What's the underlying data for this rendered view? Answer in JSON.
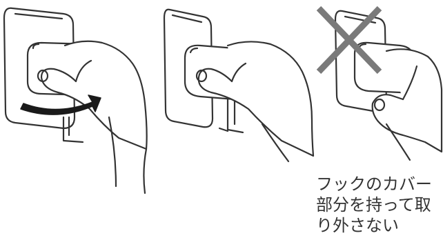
{
  "colors": {
    "line": "#333333",
    "cross": "#7a7a7a",
    "arrow": "#1a1a1a",
    "background": "#ffffff"
  },
  "panels": [
    {
      "name": "rotate-hook-correct"
    },
    {
      "name": "hook-removed-correct"
    },
    {
      "name": "remove-by-cover-wrong",
      "mark": "cross-mark"
    }
  ],
  "caption": {
    "lines": [
      "フックのカバー",
      "部分を持って取",
      "り外さない"
    ]
  }
}
